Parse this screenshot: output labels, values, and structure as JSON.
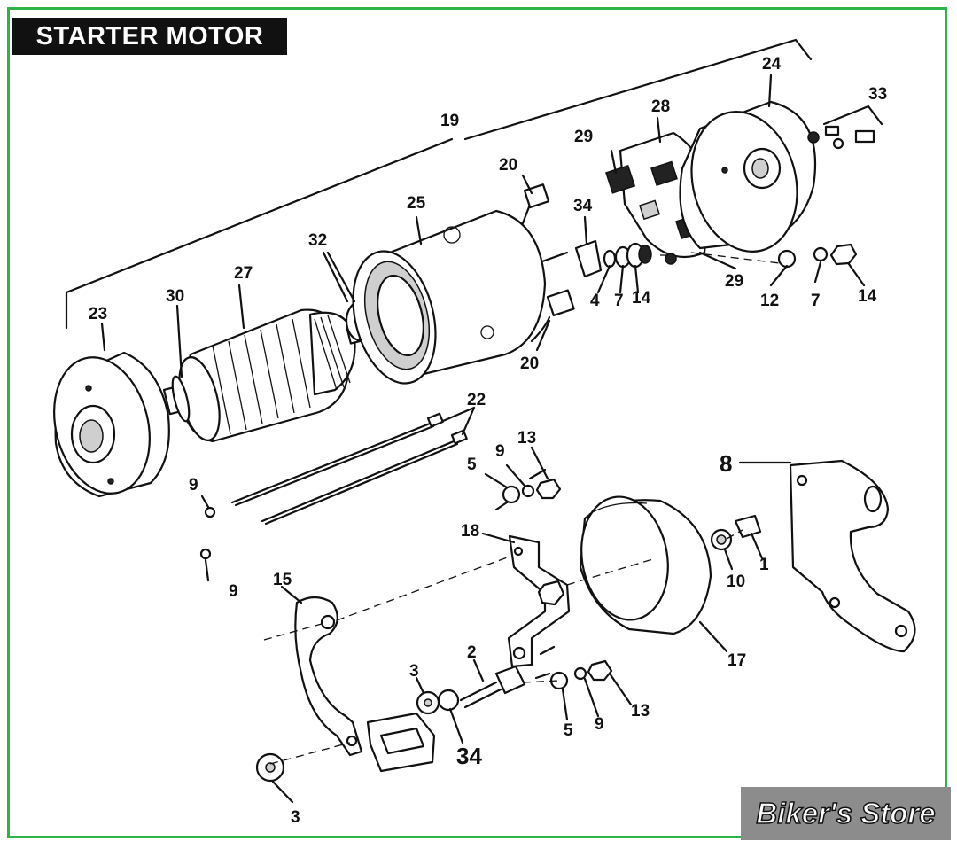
{
  "title": "STARTER MOTOR",
  "watermark": "Biker's Store",
  "colors": {
    "frame": "#2db34a",
    "title_bg": "#111111",
    "watermark_bg": "#8c8c8c"
  },
  "callouts": [
    {
      "id": "c19",
      "text": "19"
    },
    {
      "id": "c20a",
      "text": "20"
    },
    {
      "id": "c20b",
      "text": "20"
    },
    {
      "id": "c24",
      "text": "24"
    },
    {
      "id": "c33",
      "text": "33"
    },
    {
      "id": "c28",
      "text": "28"
    },
    {
      "id": "c29a",
      "text": "29"
    },
    {
      "id": "c29b",
      "text": "29"
    },
    {
      "id": "c25",
      "text": "25"
    },
    {
      "id": "c34a",
      "text": "34"
    },
    {
      "id": "c32",
      "text": "32"
    },
    {
      "id": "c27",
      "text": "27"
    },
    {
      "id": "c30",
      "text": "30"
    },
    {
      "id": "c23",
      "text": "23"
    },
    {
      "id": "c4",
      "text": "4"
    },
    {
      "id": "c7a",
      "text": "7"
    },
    {
      "id": "c14a",
      "text": "14"
    },
    {
      "id": "c12",
      "text": "12"
    },
    {
      "id": "c7b",
      "text": "7"
    },
    {
      "id": "c14b",
      "text": "14"
    },
    {
      "id": "c22",
      "text": "22"
    },
    {
      "id": "c13a",
      "text": "13"
    },
    {
      "id": "c9a",
      "text": "9"
    },
    {
      "id": "c5a",
      "text": "5"
    },
    {
      "id": "c8",
      "text": "8"
    },
    {
      "id": "c9b",
      "text": "9"
    },
    {
      "id": "c9c",
      "text": "9"
    },
    {
      "id": "c18",
      "text": "18"
    },
    {
      "id": "c10",
      "text": "10"
    },
    {
      "id": "c1",
      "text": "1"
    },
    {
      "id": "c15",
      "text": "15"
    },
    {
      "id": "c17",
      "text": "17"
    },
    {
      "id": "c2",
      "text": "2"
    },
    {
      "id": "c3a",
      "text": "3"
    },
    {
      "id": "c34b",
      "text": "34"
    },
    {
      "id": "c5b",
      "text": "5"
    },
    {
      "id": "c9d",
      "text": "9"
    },
    {
      "id": "c13b",
      "text": "13"
    },
    {
      "id": "c3b",
      "text": "3"
    }
  ]
}
